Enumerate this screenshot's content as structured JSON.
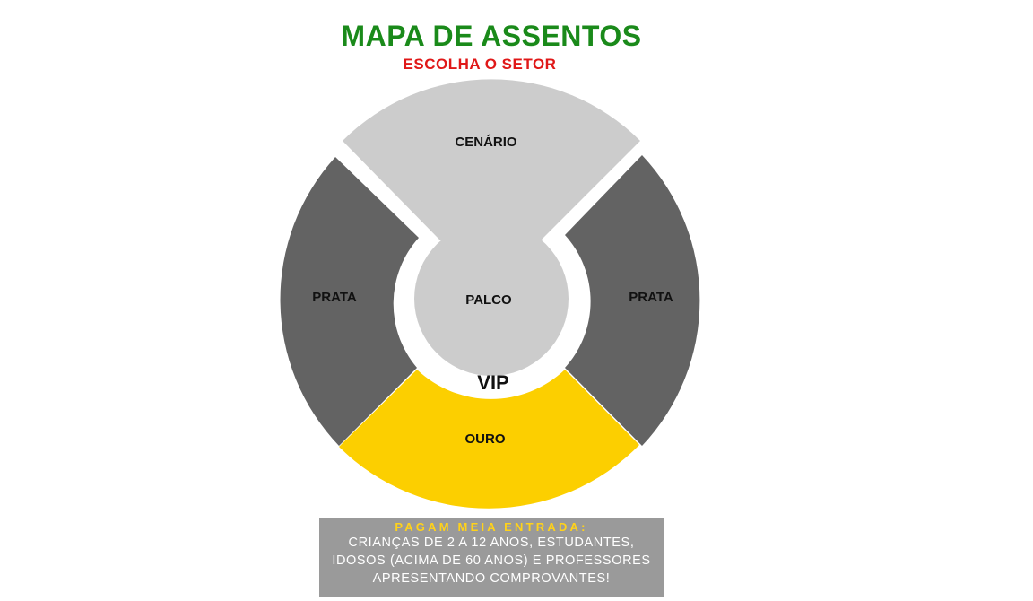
{
  "header": {
    "title": "MAPA DE ASSENTOS",
    "subtitle": "ESCOLHA O SETOR"
  },
  "sectors": {
    "cenario": "CENÁRIO",
    "palco": "PALCO",
    "prata_left": "PRATA",
    "prata_right": "PRATA",
    "ouro": "OURO",
    "vip": "VIP"
  },
  "colors": {
    "title": "#1a8a1a",
    "subtitle": "#e01818",
    "cenario": "#cccccc",
    "palco": "#cccccc",
    "prata": "#636363",
    "ouro": "#fccf00",
    "notice_bg": "#9a9a9a",
    "notice_title": "#ffd21a"
  },
  "notice": {
    "title": "PAGAM MEIA ENTRADA:",
    "lines": [
      "CRIANÇAS DE 2 A 12 ANOS, ESTUDANTES,",
      "IDOSOS (ACIMA DE 60 ANOS) E PROFESSORES",
      "APRESENTANDO COMPROVANTES!"
    ]
  }
}
